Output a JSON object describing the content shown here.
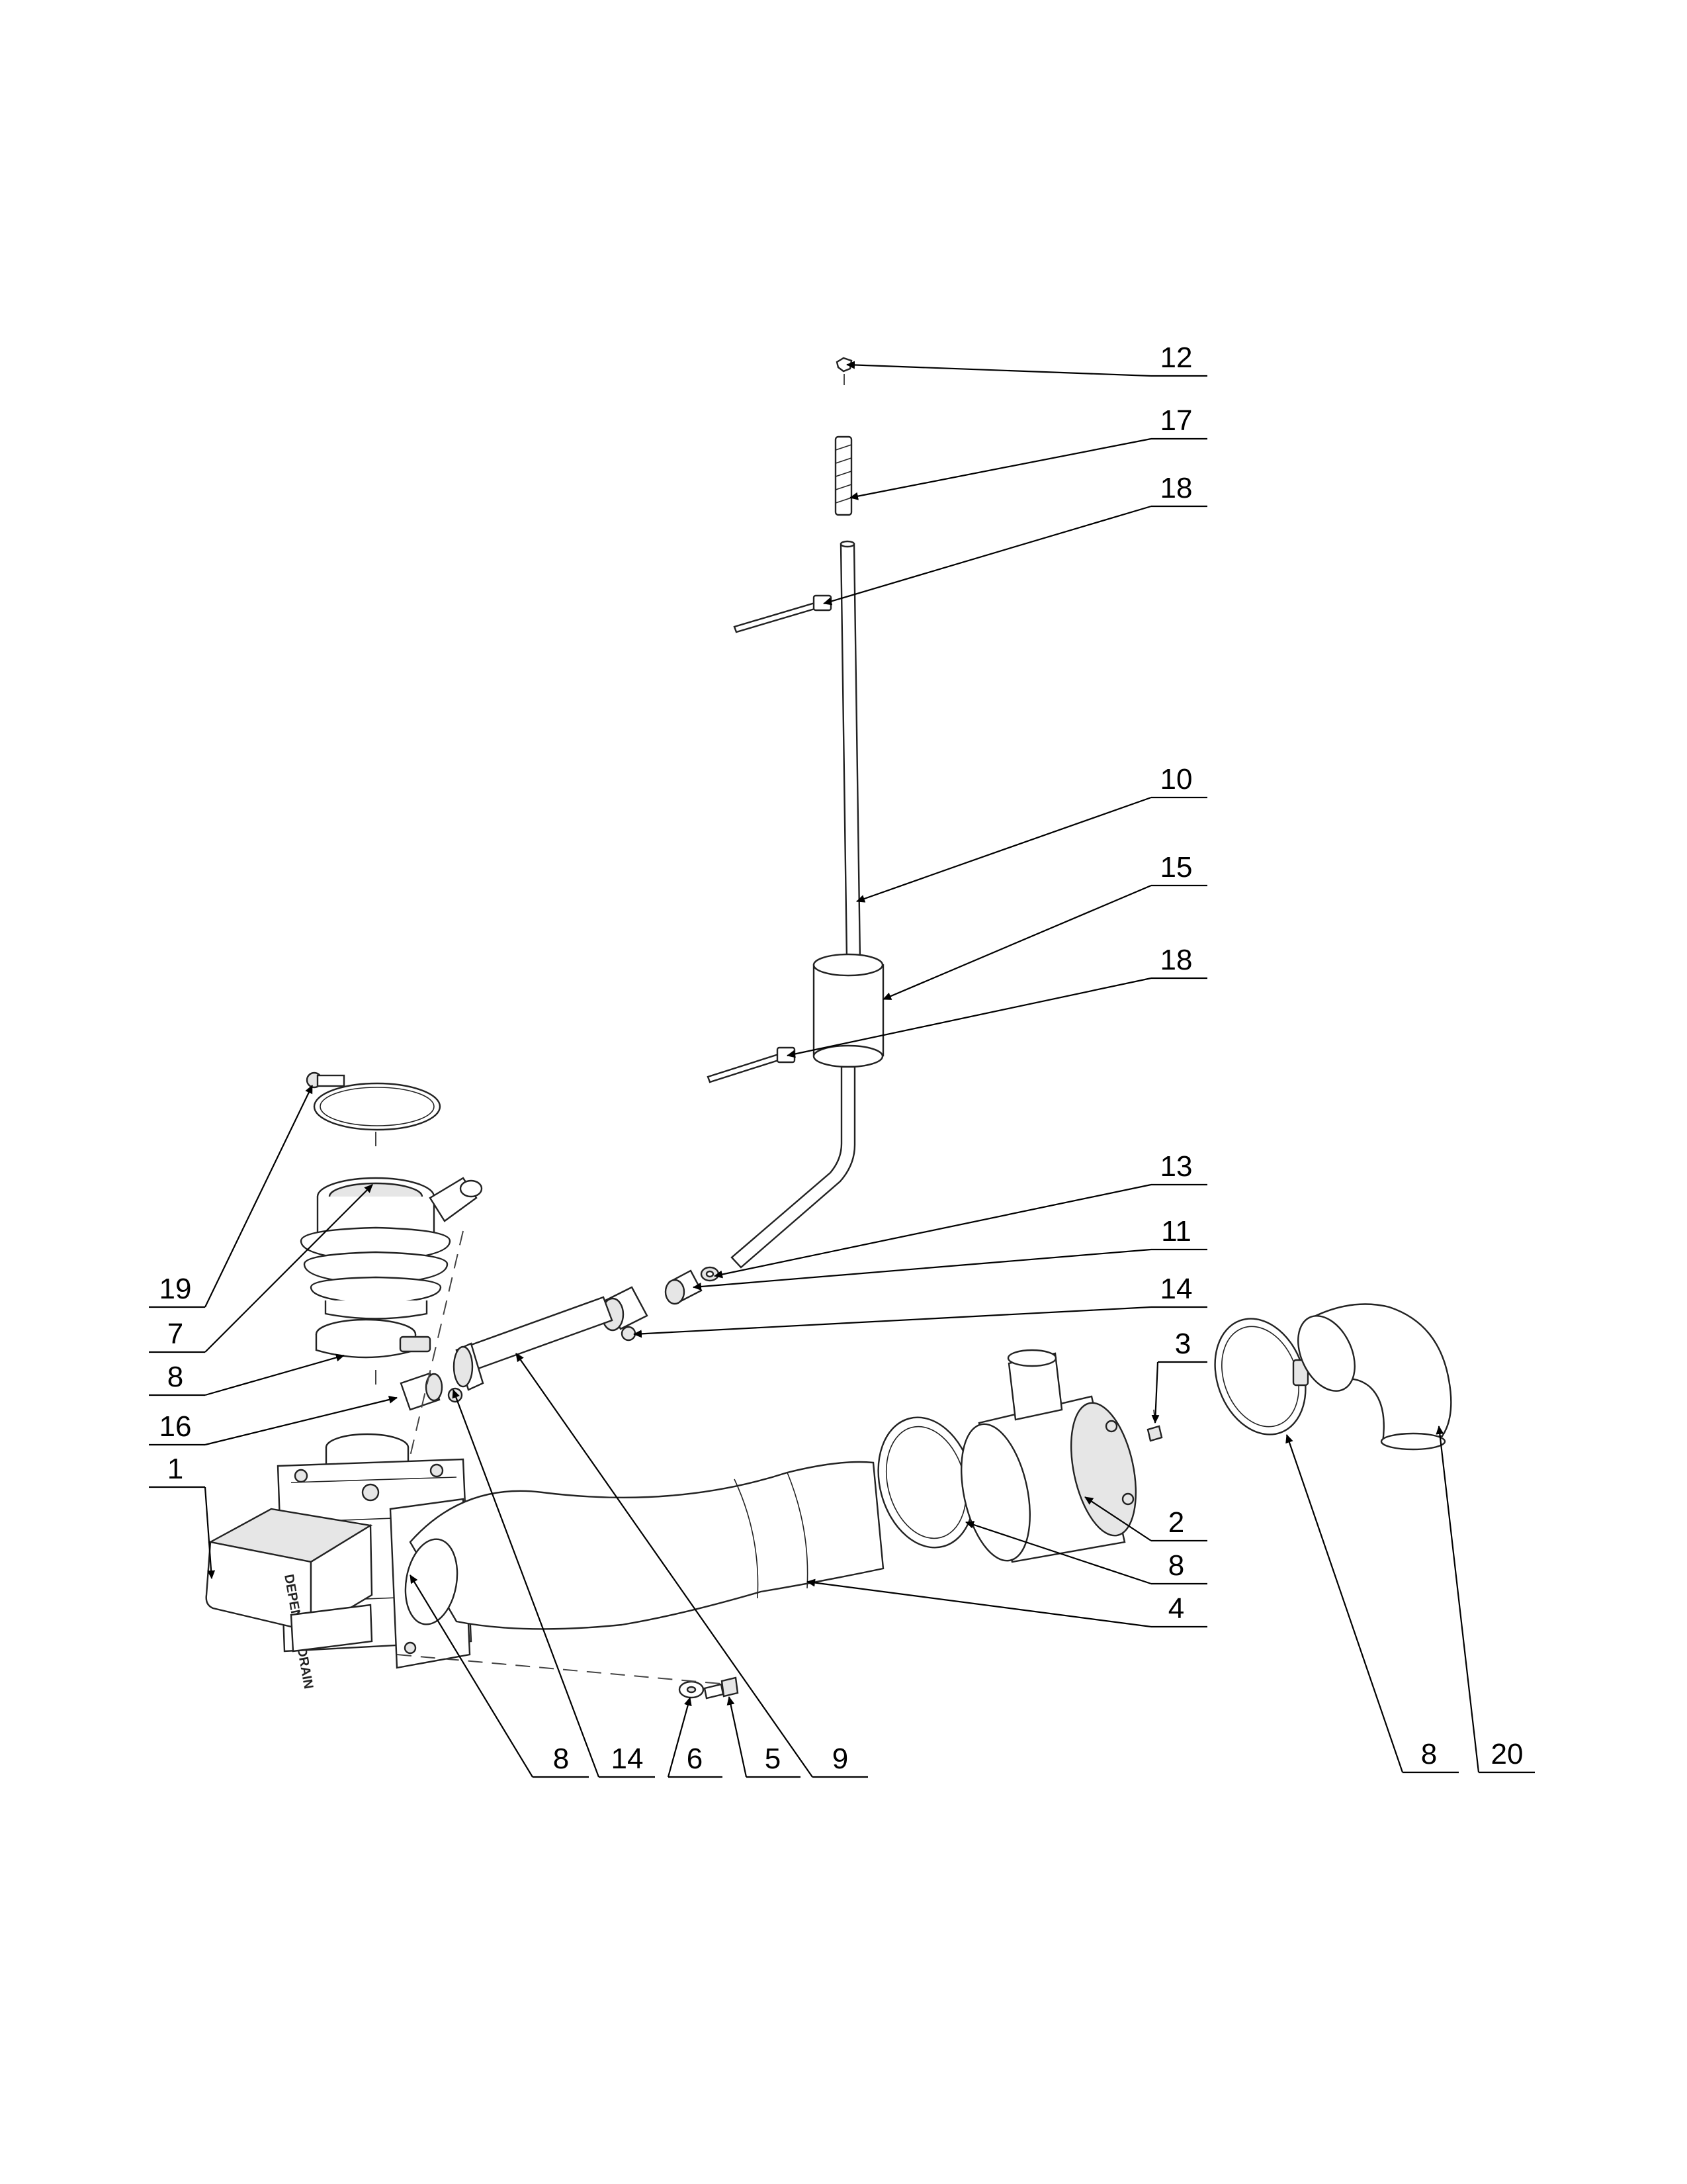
{
  "brand_label": "DEPEND-O-DRAIN",
  "callouts": [
    {
      "id": "c12a",
      "label": "12"
    },
    {
      "id": "c17",
      "label": "17"
    },
    {
      "id": "c18a",
      "label": "18"
    },
    {
      "id": "c10",
      "label": "10"
    },
    {
      "id": "c15",
      "label": "15"
    },
    {
      "id": "c18b",
      "label": "18"
    },
    {
      "id": "c13",
      "label": "13"
    },
    {
      "id": "c11",
      "label": "11"
    },
    {
      "id": "c14a",
      "label": "14"
    },
    {
      "id": "c3",
      "label": "3"
    },
    {
      "id": "c19",
      "label": "19"
    },
    {
      "id": "c7",
      "label": "7"
    },
    {
      "id": "c8a",
      "label": "8"
    },
    {
      "id": "c16",
      "label": "16"
    },
    {
      "id": "c1",
      "label": "1"
    },
    {
      "id": "c2",
      "label": "2"
    },
    {
      "id": "c8b",
      "label": "8"
    },
    {
      "id": "c4",
      "label": "4"
    },
    {
      "id": "c8c",
      "label": "8"
    },
    {
      "id": "c14b",
      "label": "14"
    },
    {
      "id": "c6",
      "label": "6"
    },
    {
      "id": "c5",
      "label": "5"
    },
    {
      "id": "c9",
      "label": "9"
    },
    {
      "id": "c8d",
      "label": "8"
    },
    {
      "id": "c20",
      "label": "20"
    }
  ]
}
